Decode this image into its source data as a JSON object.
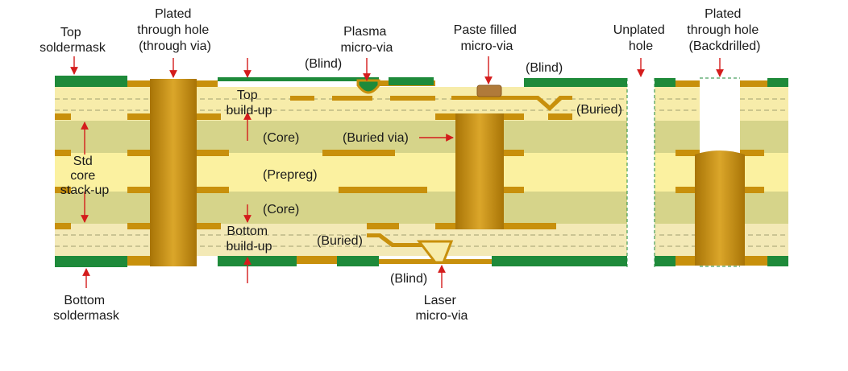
{
  "labels": {
    "top_soldermask": [
      "Top",
      "soldermask"
    ],
    "plated_through_hole": [
      "Plated",
      "through hole",
      "(through via)"
    ],
    "plasma_micro_via": [
      "Plasma",
      "micro-via"
    ],
    "paste_filled_micro_via": [
      "Paste filled",
      "micro-via"
    ],
    "unplated_hole": [
      "Unplated",
      "hole"
    ],
    "plated_backdrilled": [
      "Plated",
      "through hole",
      "(Backdrilled)"
    ],
    "blind_top_left": "(Blind)",
    "blind_top_right": "(Blind)",
    "buried_top": "(Buried)",
    "top_buildup": [
      "Top",
      "build-up"
    ],
    "core_upper": "(Core)",
    "buried_via": "(Buried via)",
    "std_core_stackup": [
      "Std",
      "core",
      "stack-up"
    ],
    "prepreg": "(Prepreg)",
    "core_lower": "(Core)",
    "bottom_buildup": [
      "Bottom",
      "build-up"
    ],
    "buried_bottom": "(Buried)",
    "blind_bottom": "(Blind)",
    "bottom_soldermask": [
      "Bottom",
      "soldermask"
    ],
    "laser_micro_via": [
      "Laser",
      "micro-via"
    ]
  },
  "colors": {
    "soldermask": "#1e8a3a",
    "copper": "#c8900c",
    "copper_dark": "#9a6a05",
    "core": "#d6d48a",
    "prepreg": "#fbf1a0",
    "buildup": "#f7ecaa",
    "arrow": "#d41c1c"
  }
}
